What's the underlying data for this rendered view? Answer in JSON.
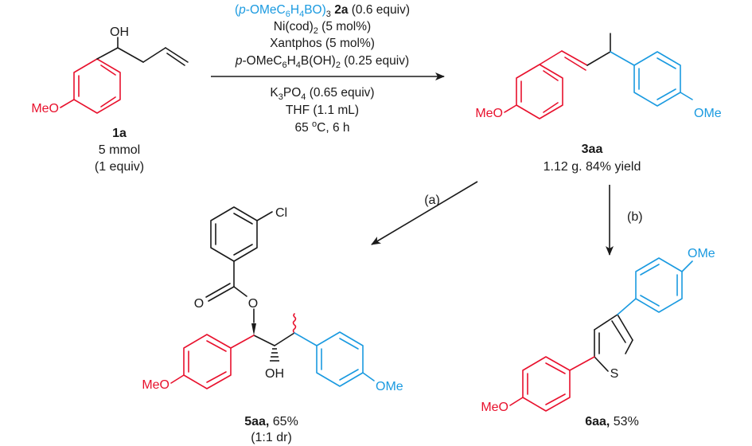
{
  "colors": {
    "red": "#e8112d",
    "blue": "#1a9ae0",
    "black": "#1a1a1a"
  },
  "reaction": {
    "conditions": [
      [
        "(",
        "p",
        "-OMeC",
        "6",
        "H",
        "4",
        "BO)",
        "3",
        " 2a",
        " (0.6 equiv)"
      ],
      [
        "Ni(cod)",
        "2",
        " (5 mol%)"
      ],
      [
        "Xantphos (5 mol%)"
      ],
      [
        "p",
        "-OMeC",
        "6",
        "H",
        "4",
        "B(OH)",
        "2",
        " (0.25 equiv)"
      ],
      [
        "K",
        "3",
        "PO",
        "4",
        " (0.65 equiv)"
      ],
      [
        "THF (1.1 mL)"
      ],
      [
        "65 ",
        "o",
        "C, 6 h"
      ]
    ],
    "step_a": "(a)",
    "step_b": "(b)"
  },
  "compounds": {
    "c1a": {
      "id": "1a",
      "lines": [
        "5 mmol",
        "(1 equiv)"
      ]
    },
    "c3aa": {
      "id": "3aa",
      "lines": [
        "1.12 g. 84% yield"
      ]
    },
    "c5aa": {
      "id": "5aa,",
      "yield": " 65%",
      "dr": "(1:1 dr)"
    },
    "c6aa": {
      "id": "6aa,",
      "yield": " 53%"
    }
  },
  "atoms": {
    "oh_1a": "OH",
    "meo_1a": "MeO",
    "meo_3aa_left": "MeO",
    "ome_3aa_right": "OMe",
    "cl_5aa": "Cl",
    "o_carbonyl_5aa": "O",
    "o_ester_5aa": "O",
    "oh_5aa": "OH",
    "meo_5aa": "MeO",
    "ome_5aa": "OMe",
    "ome_6aa": "OMe",
    "s_6aa": "S",
    "meo_6aa": "MeO"
  }
}
